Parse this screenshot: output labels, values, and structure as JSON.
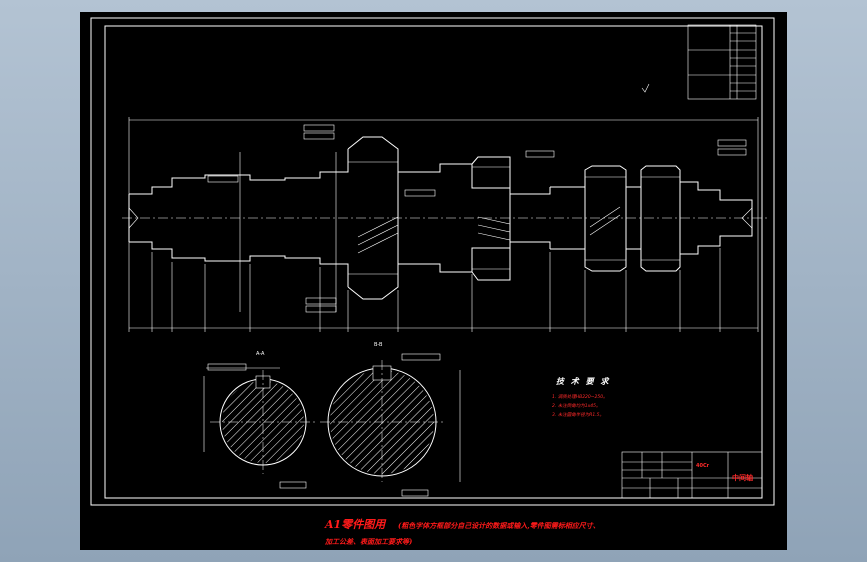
{
  "drawing": {
    "tech_title": "技 术 要 求",
    "tech_items": [
      "1. 调质处理HB220~250。",
      "2. 未注倒角均为1x45。",
      "3. 未注圆角半径为R1.5。"
    ],
    "section_a": "A-A",
    "section_b": "B-B",
    "title_block": {
      "part_name": "中间轴",
      "material": "40Cr"
    },
    "bottom_note_title": "A1零件图用",
    "bottom_note_body": "(粗色字体方框部分自己设计的数据或输入,零件图需标相应尺寸、",
    "bottom_note_line2": "加工公差、表面加工要求等)"
  }
}
